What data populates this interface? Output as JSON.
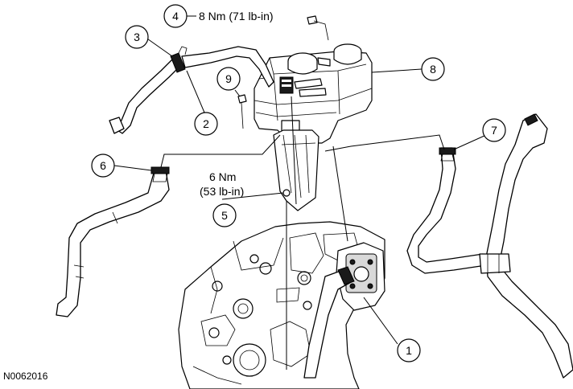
{
  "figure_id": "N0062016",
  "callouts": [
    {
      "number": "1"
    },
    {
      "number": "2"
    },
    {
      "number": "3"
    },
    {
      "number": "4",
      "torque": "8 Nm (71 lb-in)"
    },
    {
      "number": "5",
      "torque_line1": "6 Nm",
      "torque_line2": "(53 lb-in)"
    },
    {
      "number": "6"
    },
    {
      "number": "7"
    },
    {
      "number": "8"
    },
    {
      "number": "9"
    }
  ]
}
